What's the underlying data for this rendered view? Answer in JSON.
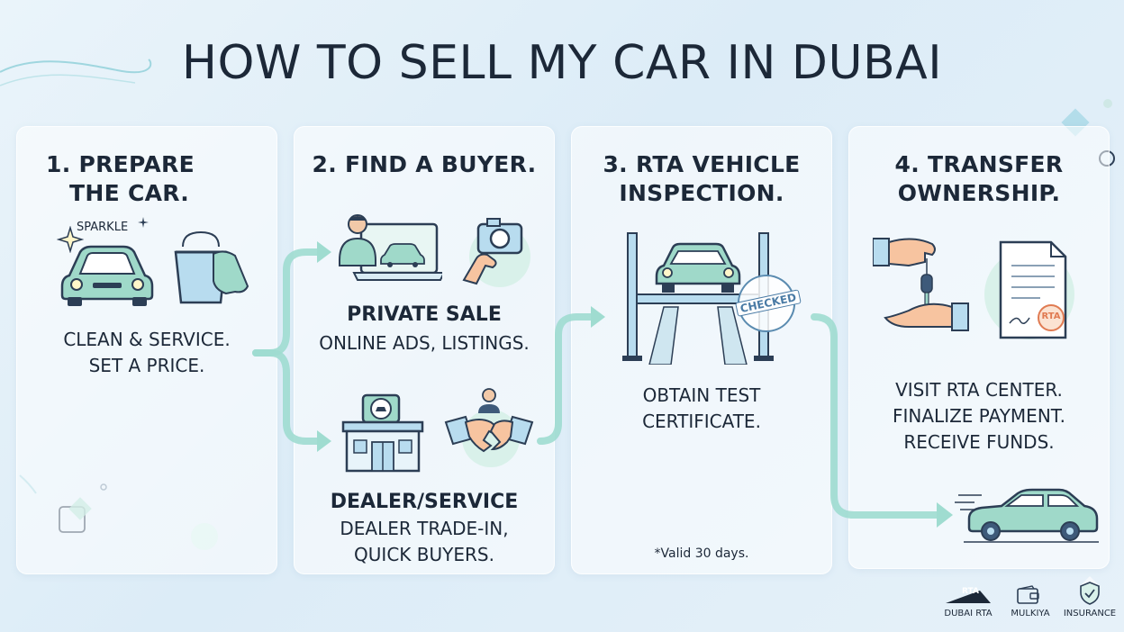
{
  "title": "HOW TO SELL MY CAR IN DUBAI",
  "steps": [
    {
      "title_line1": "1. PREPARE",
      "title_line2": "THE CAR.",
      "sparkle_label": "SPARKLE",
      "desc_line1": "CLEAN & SERVICE.",
      "desc_line2": "SET A PRICE."
    },
    {
      "title_line1": "2. FIND A BUYER.",
      "private_title": "PRIVATE SALE",
      "private_desc": "ONLINE ADS, LISTINGS.",
      "dealer_title": "DEALER/SERVICE",
      "dealer_desc_line1": "DEALER TRADE-IN,",
      "dealer_desc_line2": "QUICK BUYERS."
    },
    {
      "title_line1": "3. RTA VEHICLE",
      "title_line2": "INSPECTION.",
      "stamp_label": "CHECKED",
      "desc_line1": "OBTAIN TEST",
      "desc_line2": "CERTIFICATE.",
      "note": "*Valid 30 days."
    },
    {
      "title_line1": "4. TRANSFER",
      "title_line2": "OWNERSHIP.",
      "document_stamp": "RTA",
      "desc_line1": "VISIT RTA CENTER.",
      "desc_line2": "FINALIZE PAYMENT.",
      "desc_line3": "RECEIVE FUNDS."
    }
  ],
  "footer_badges": [
    {
      "icon_text": "RTA",
      "label": "DUBAI RTA"
    },
    {
      "label": "MULKIYA"
    },
    {
      "label": "INSURANCE"
    }
  ],
  "colors": {
    "accent_mint": "#8fd8c6",
    "car_fill": "#9fd9c9",
    "outline": "#2c3e55",
    "card_bg": "#ffffff",
    "title_text": "#1c2838"
  }
}
